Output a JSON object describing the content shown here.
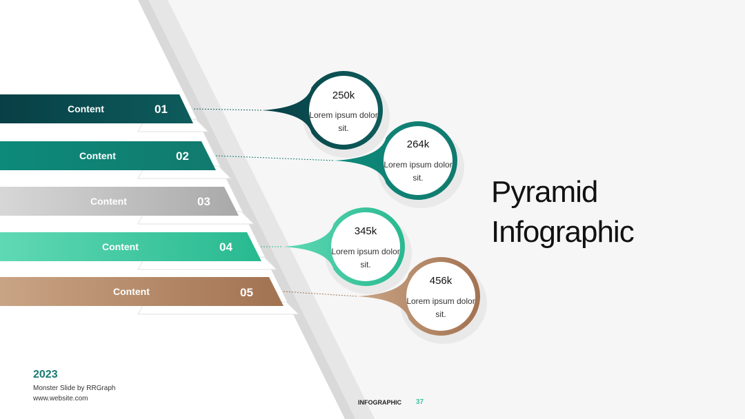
{
  "title": [
    "Pyramid",
    "Infographic"
  ],
  "items": [
    {
      "label": "Content",
      "number": "01",
      "value": "250k",
      "text": "Lorem ipsum dolor sit.",
      "color_start": "#073f45",
      "color_end": "#0e5c5c"
    },
    {
      "label": "Content",
      "number": "02",
      "value": "264k",
      "text": "Lorem ipsum dolor sit.",
      "color_start": "#0d8a7a",
      "color_end": "#117a6e"
    },
    {
      "label": "Content",
      "number": "03",
      "value": "",
      "text": "",
      "color_start": "#d7d7d7",
      "color_end": "#a9a9a9"
    },
    {
      "label": "Content",
      "number": "04",
      "value": "345k",
      "text": "Lorem ipsum dolor sit.",
      "color_start": "#5fd9b4",
      "color_end": "#28b990"
    },
    {
      "label": "Content",
      "number": "05",
      "value": "456k",
      "text": "Lorem ipsum dolor sit.",
      "color_start": "#c9a484",
      "color_end": "#a27251"
    }
  ],
  "footer": {
    "year": "2023",
    "brand": "Monster Slide by RRGraph",
    "website": "www.website.com",
    "section": "INFOGRAPHIC -",
    "page": "37"
  }
}
